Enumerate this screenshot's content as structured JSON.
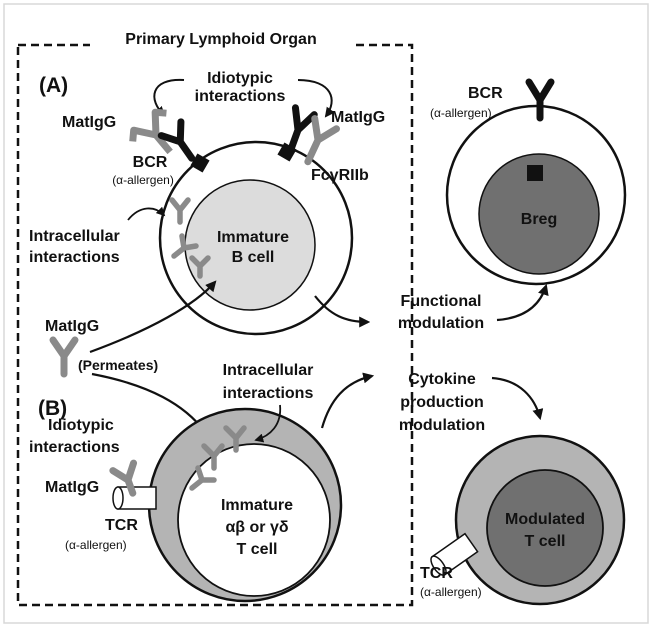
{
  "title": "Primary Lymphoid Organ",
  "panel_a": {
    "letter": "(A)",
    "idiotypic": [
      "Idiotypic",
      "interactions"
    ],
    "matigg_left": "MatIgG",
    "matigg_right": "MatIgG",
    "bcr": "BCR",
    "bcr_sub": "(α-allergen)",
    "fc_receptor": "FcγRIIb",
    "intracellular": [
      "Intracellular",
      "interactions"
    ],
    "cell": [
      "Immature",
      "B cell"
    ]
  },
  "breg": {
    "bcr": "BCR",
    "bcr_sub": "(α-allergen)",
    "cell": "Breg"
  },
  "middle": {
    "matigg": "MatIgG",
    "permeates": "(Permeates)",
    "functional": [
      "Functional",
      "modulation"
    ],
    "cytokine": [
      "Cytokine",
      "production",
      "modulation"
    ]
  },
  "panel_b": {
    "letter": "(B)",
    "idiotypic": [
      "Idiotypic",
      "interactions"
    ],
    "intracellular": [
      "Intracellular",
      "interactions"
    ],
    "matigg": "MatIgG",
    "tcr": "TCR",
    "tcr_sub": "(α-allergen)",
    "cell": [
      "Immature",
      "αβ or  γδ",
      "T cell"
    ]
  },
  "modulated": {
    "cell": [
      "Modulated",
      "T cell"
    ],
    "tcr": "TCR",
    "tcr_sub": "(α-allergen)"
  },
  "colors": {
    "frame": "#111111",
    "membrane": "#111111",
    "nucleus_light": "#dcdcdc",
    "nucleus_dark": "#707070",
    "cytoplasm_t": "#b4b4b4",
    "antibody_grey": "#8a8a8a",
    "receptor_black": "#111111"
  }
}
